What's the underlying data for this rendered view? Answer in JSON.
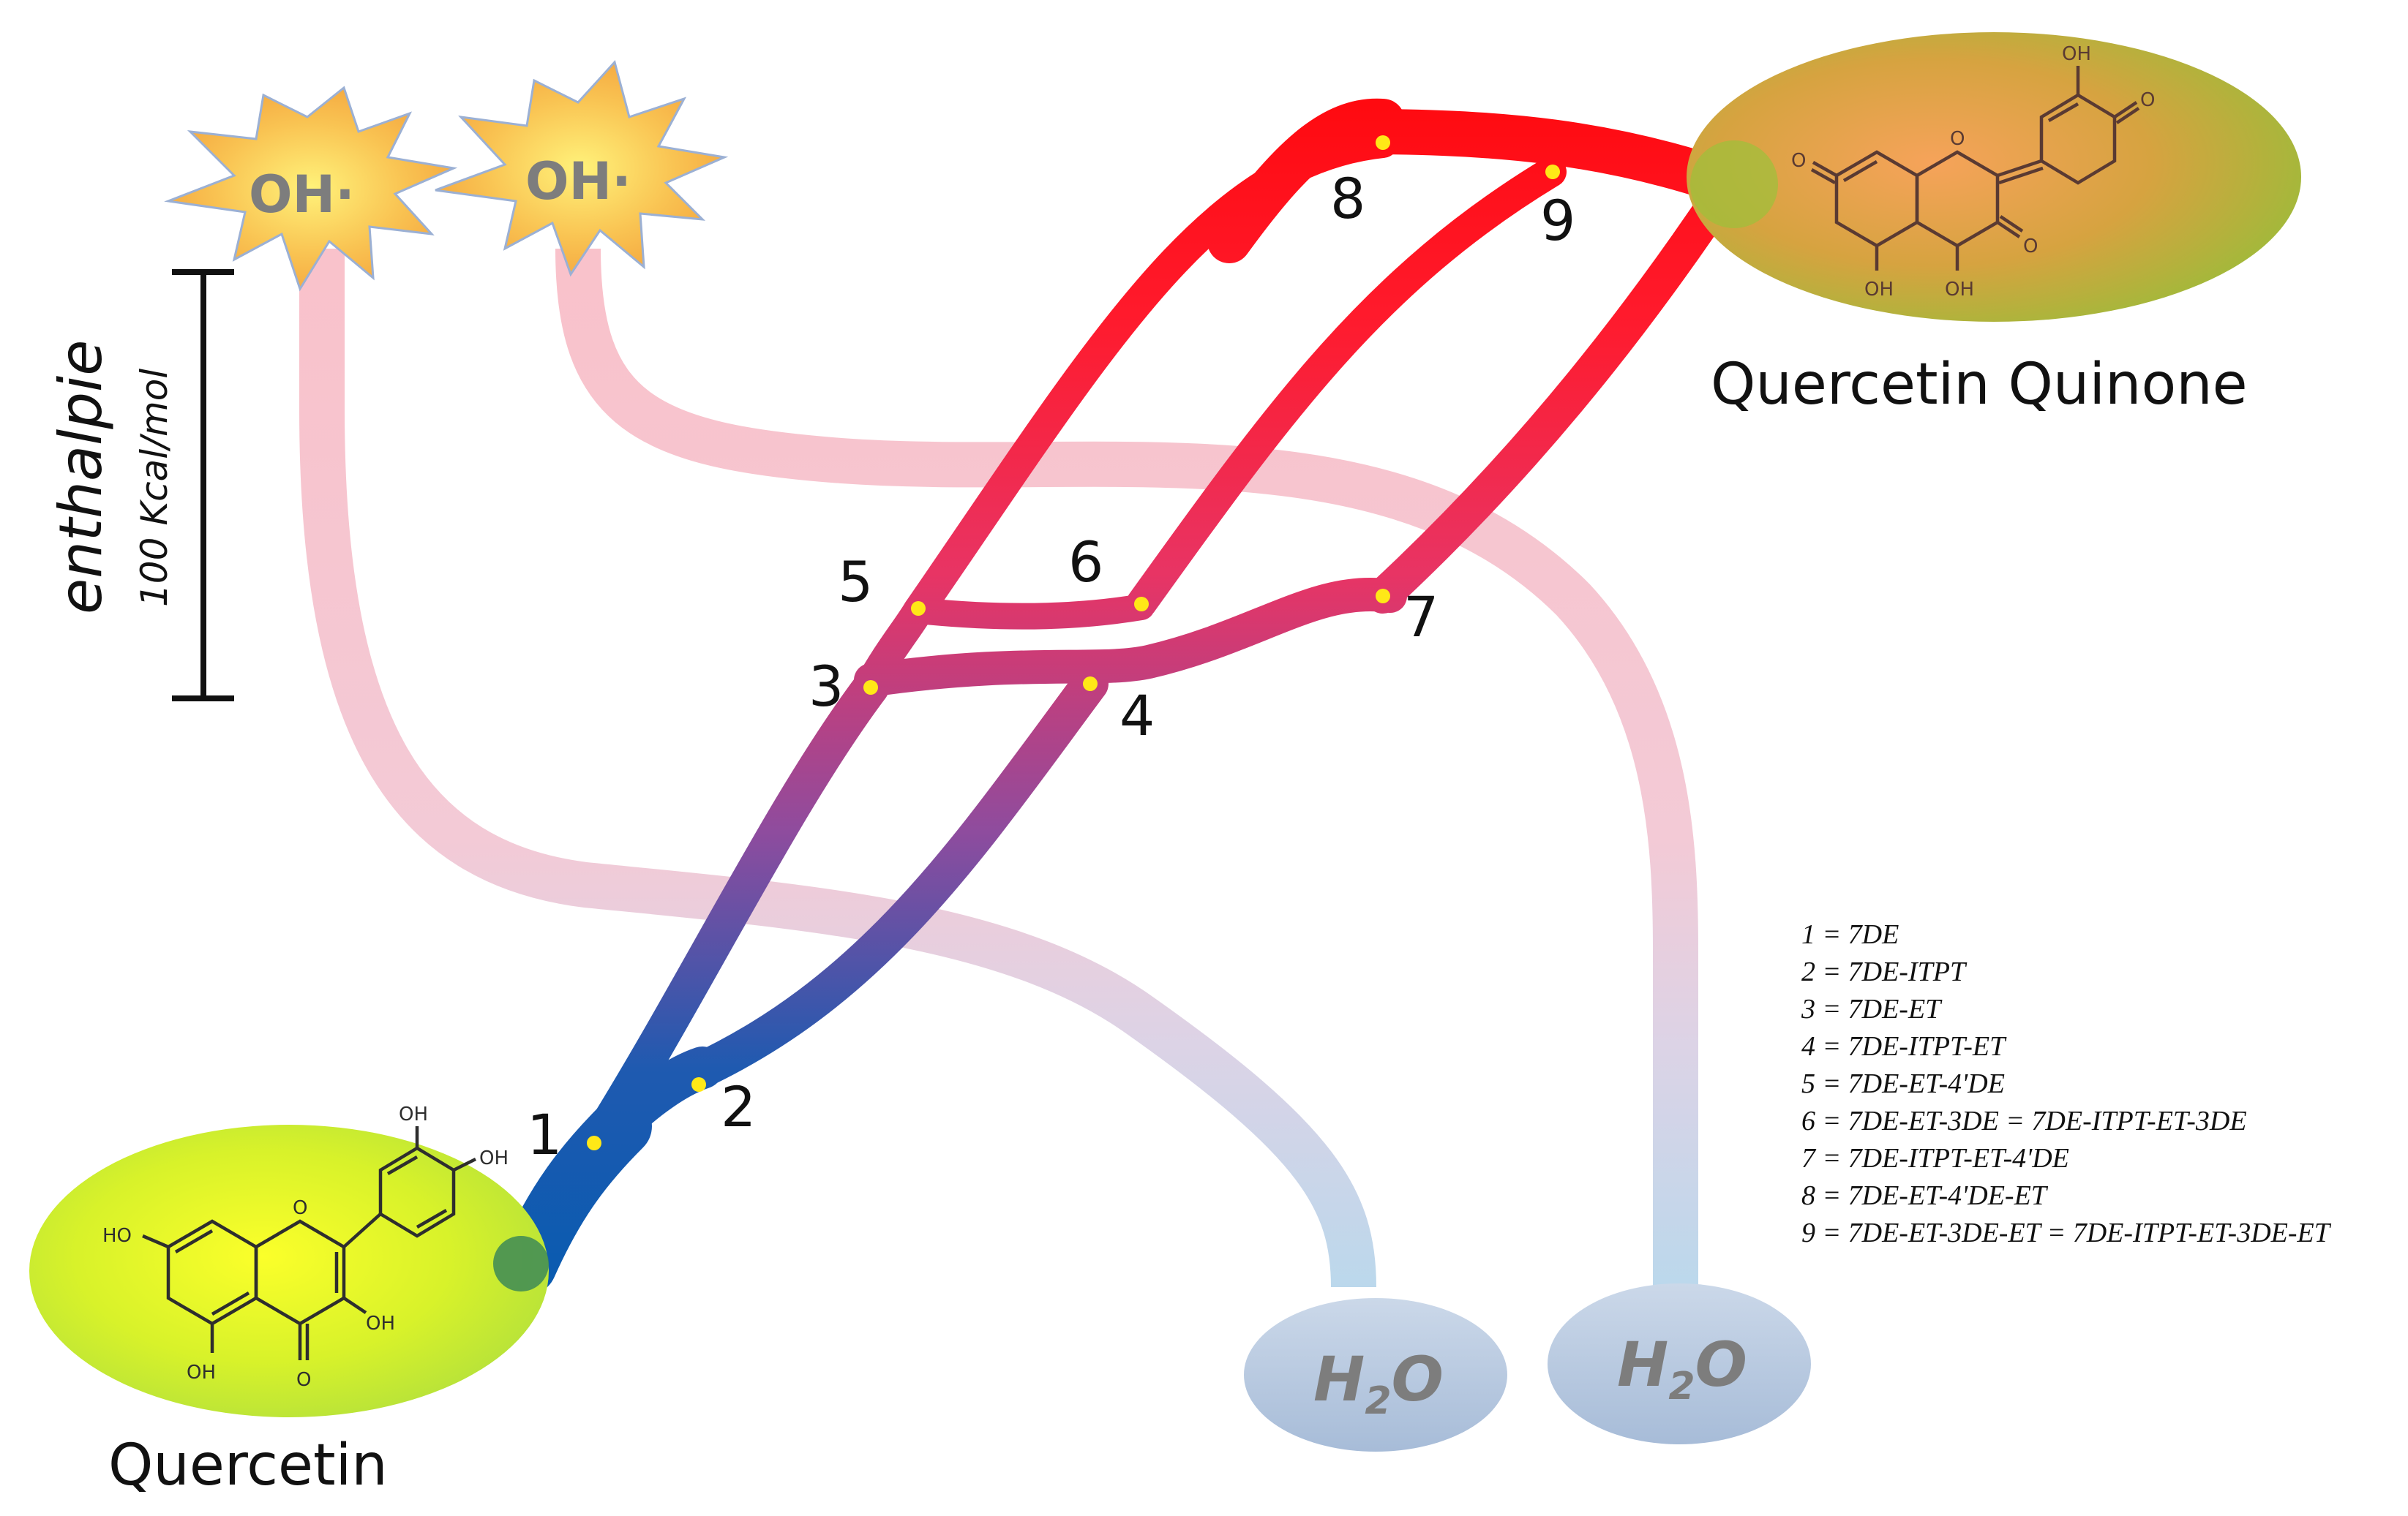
{
  "radicals": [
    {
      "id": "radical-1",
      "label": "OH·"
    },
    {
      "id": "radical-2",
      "label": "OH·"
    }
  ],
  "waters": [
    {
      "id": "water-1",
      "base": "H",
      "sub": "2",
      "tail": "O"
    },
    {
      "id": "water-2",
      "base": "H",
      "sub": "2",
      "tail": "O"
    }
  ],
  "start": {
    "label": "Quercetin"
  },
  "end": {
    "label": "Quercetin Quinone"
  },
  "scale": {
    "axis_label": "enthalpie",
    "bar_label": "100 Kcal/mol"
  },
  "molecule_labels": {
    "oh": "OH",
    "ho": "HO",
    "o": "O"
  },
  "nodes": [
    {
      "num": "1"
    },
    {
      "num": "2"
    },
    {
      "num": "3"
    },
    {
      "num": "4"
    },
    {
      "num": "5"
    },
    {
      "num": "6"
    },
    {
      "num": "7"
    },
    {
      "num": "8"
    },
    {
      "num": "9"
    }
  ],
  "legend": [
    "1 = 7DE",
    "2 = 7DE-ITPT",
    "3  = 7DE-ET",
    "4 = 7DE-ITPT-ET",
    "5 = 7DE-ET-4'DE",
    "6 = 7DE-ET-3DE = 7DE-ITPT-ET-3DE",
    "7 = 7DE-ITPT-ET-4'DE",
    "8 = 7DE-ET-4'DE-ET",
    "9 = 7DE-ET-3DE-ET = 7DE-ITPT-ET-3DE-ET"
  ],
  "colors": {
    "path_low": "#0a5bb0",
    "path_mid": "#9b4a9a",
    "path_high": "#ff1010",
    "pink_band": "#f9c4cc",
    "blue_band": "#b9d6ea",
    "node_dot": "#ffe817",
    "start_blob": "#d6f02a",
    "end_blob": "#c7a43c",
    "water_blob": "#bccbe0",
    "radical_fill": "#f7b347"
  }
}
